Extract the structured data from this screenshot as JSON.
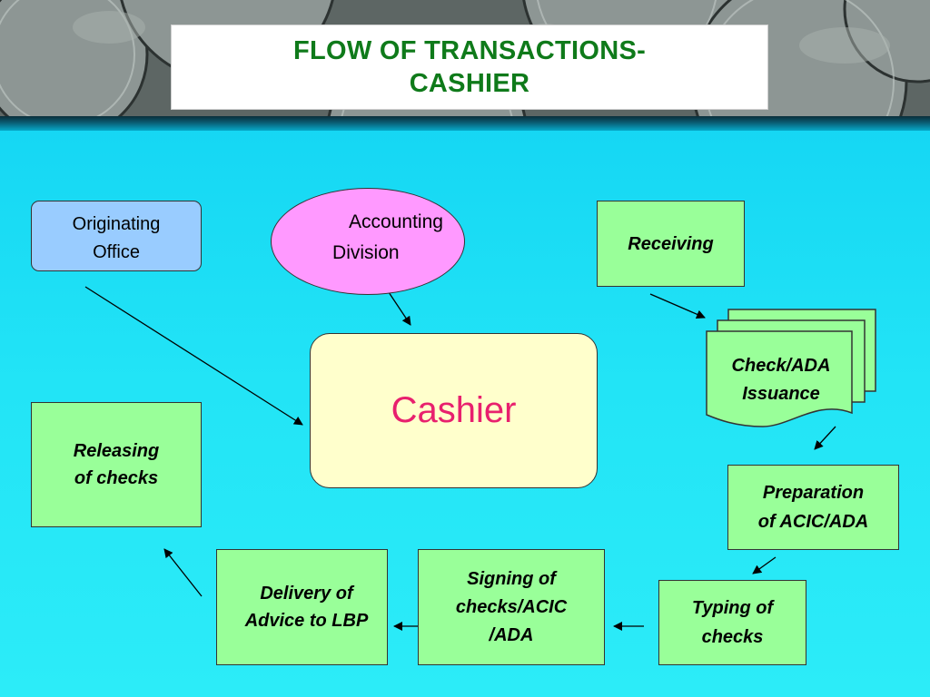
{
  "title": {
    "line1": "FLOW OF TRANSACTIONS-",
    "line2": "CASHIER"
  },
  "colors": {
    "background": "#1fdcf5",
    "title_text": "#0f7a1a",
    "green_box": "#99ff99",
    "originating_box": "#99ccff",
    "accounting_ellipse": "#ff99ff",
    "cashier_box": "#ffffcc",
    "cashier_text": "#e8206e"
  },
  "nodes": {
    "originating_office": {
      "line1": "Originating",
      "line2": "Office"
    },
    "accounting_division": {
      "line1": "Accounting",
      "line2": "Division"
    },
    "cashier": {
      "label": "Cashier"
    },
    "receiving": {
      "label": "Receiving"
    },
    "check_ada_issuance": {
      "line1": "Check/ADA",
      "line2": "Issuance"
    },
    "preparation": {
      "line1": "Preparation",
      "line2": "of ACIC/ADA"
    },
    "typing": {
      "line1": "Typing of",
      "line2": "checks"
    },
    "signing": {
      "line1": "Signing of",
      "line2": "checks/ACIC",
      "line3": "/ADA"
    },
    "delivery": {
      "line1": "Delivery of",
      "line2": "Advice to LBP"
    },
    "releasing": {
      "line1": "Releasing",
      "line2": "of checks"
    }
  }
}
